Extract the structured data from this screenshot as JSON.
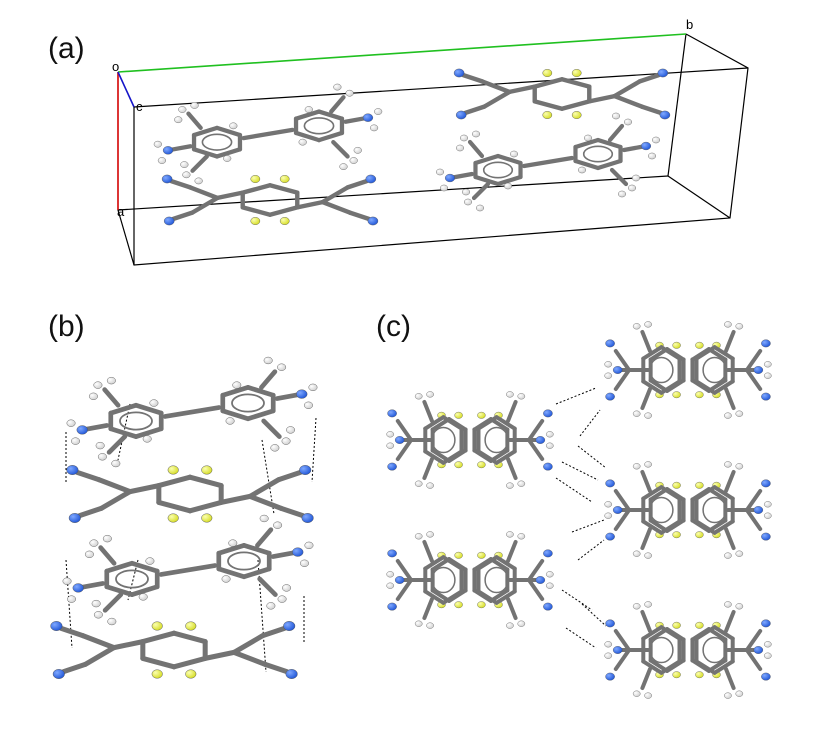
{
  "panels": {
    "a": {
      "label": "(a)"
    },
    "b": {
      "label": "(b)"
    },
    "c": {
      "label": "(c)"
    }
  },
  "axes": {
    "o": "o",
    "a": "a",
    "b": "b",
    "c": "c"
  },
  "colors": {
    "bond": "#737373",
    "nitrogen": "#1f55d6",
    "fluorine": "#e3e83a",
    "hydrogen": "#eeeeee",
    "axis_a": "#e11010",
    "axis_b": "#20c020",
    "axis_c": "#1515c8",
    "cell": "#000000",
    "hbond": "#000000"
  }
}
